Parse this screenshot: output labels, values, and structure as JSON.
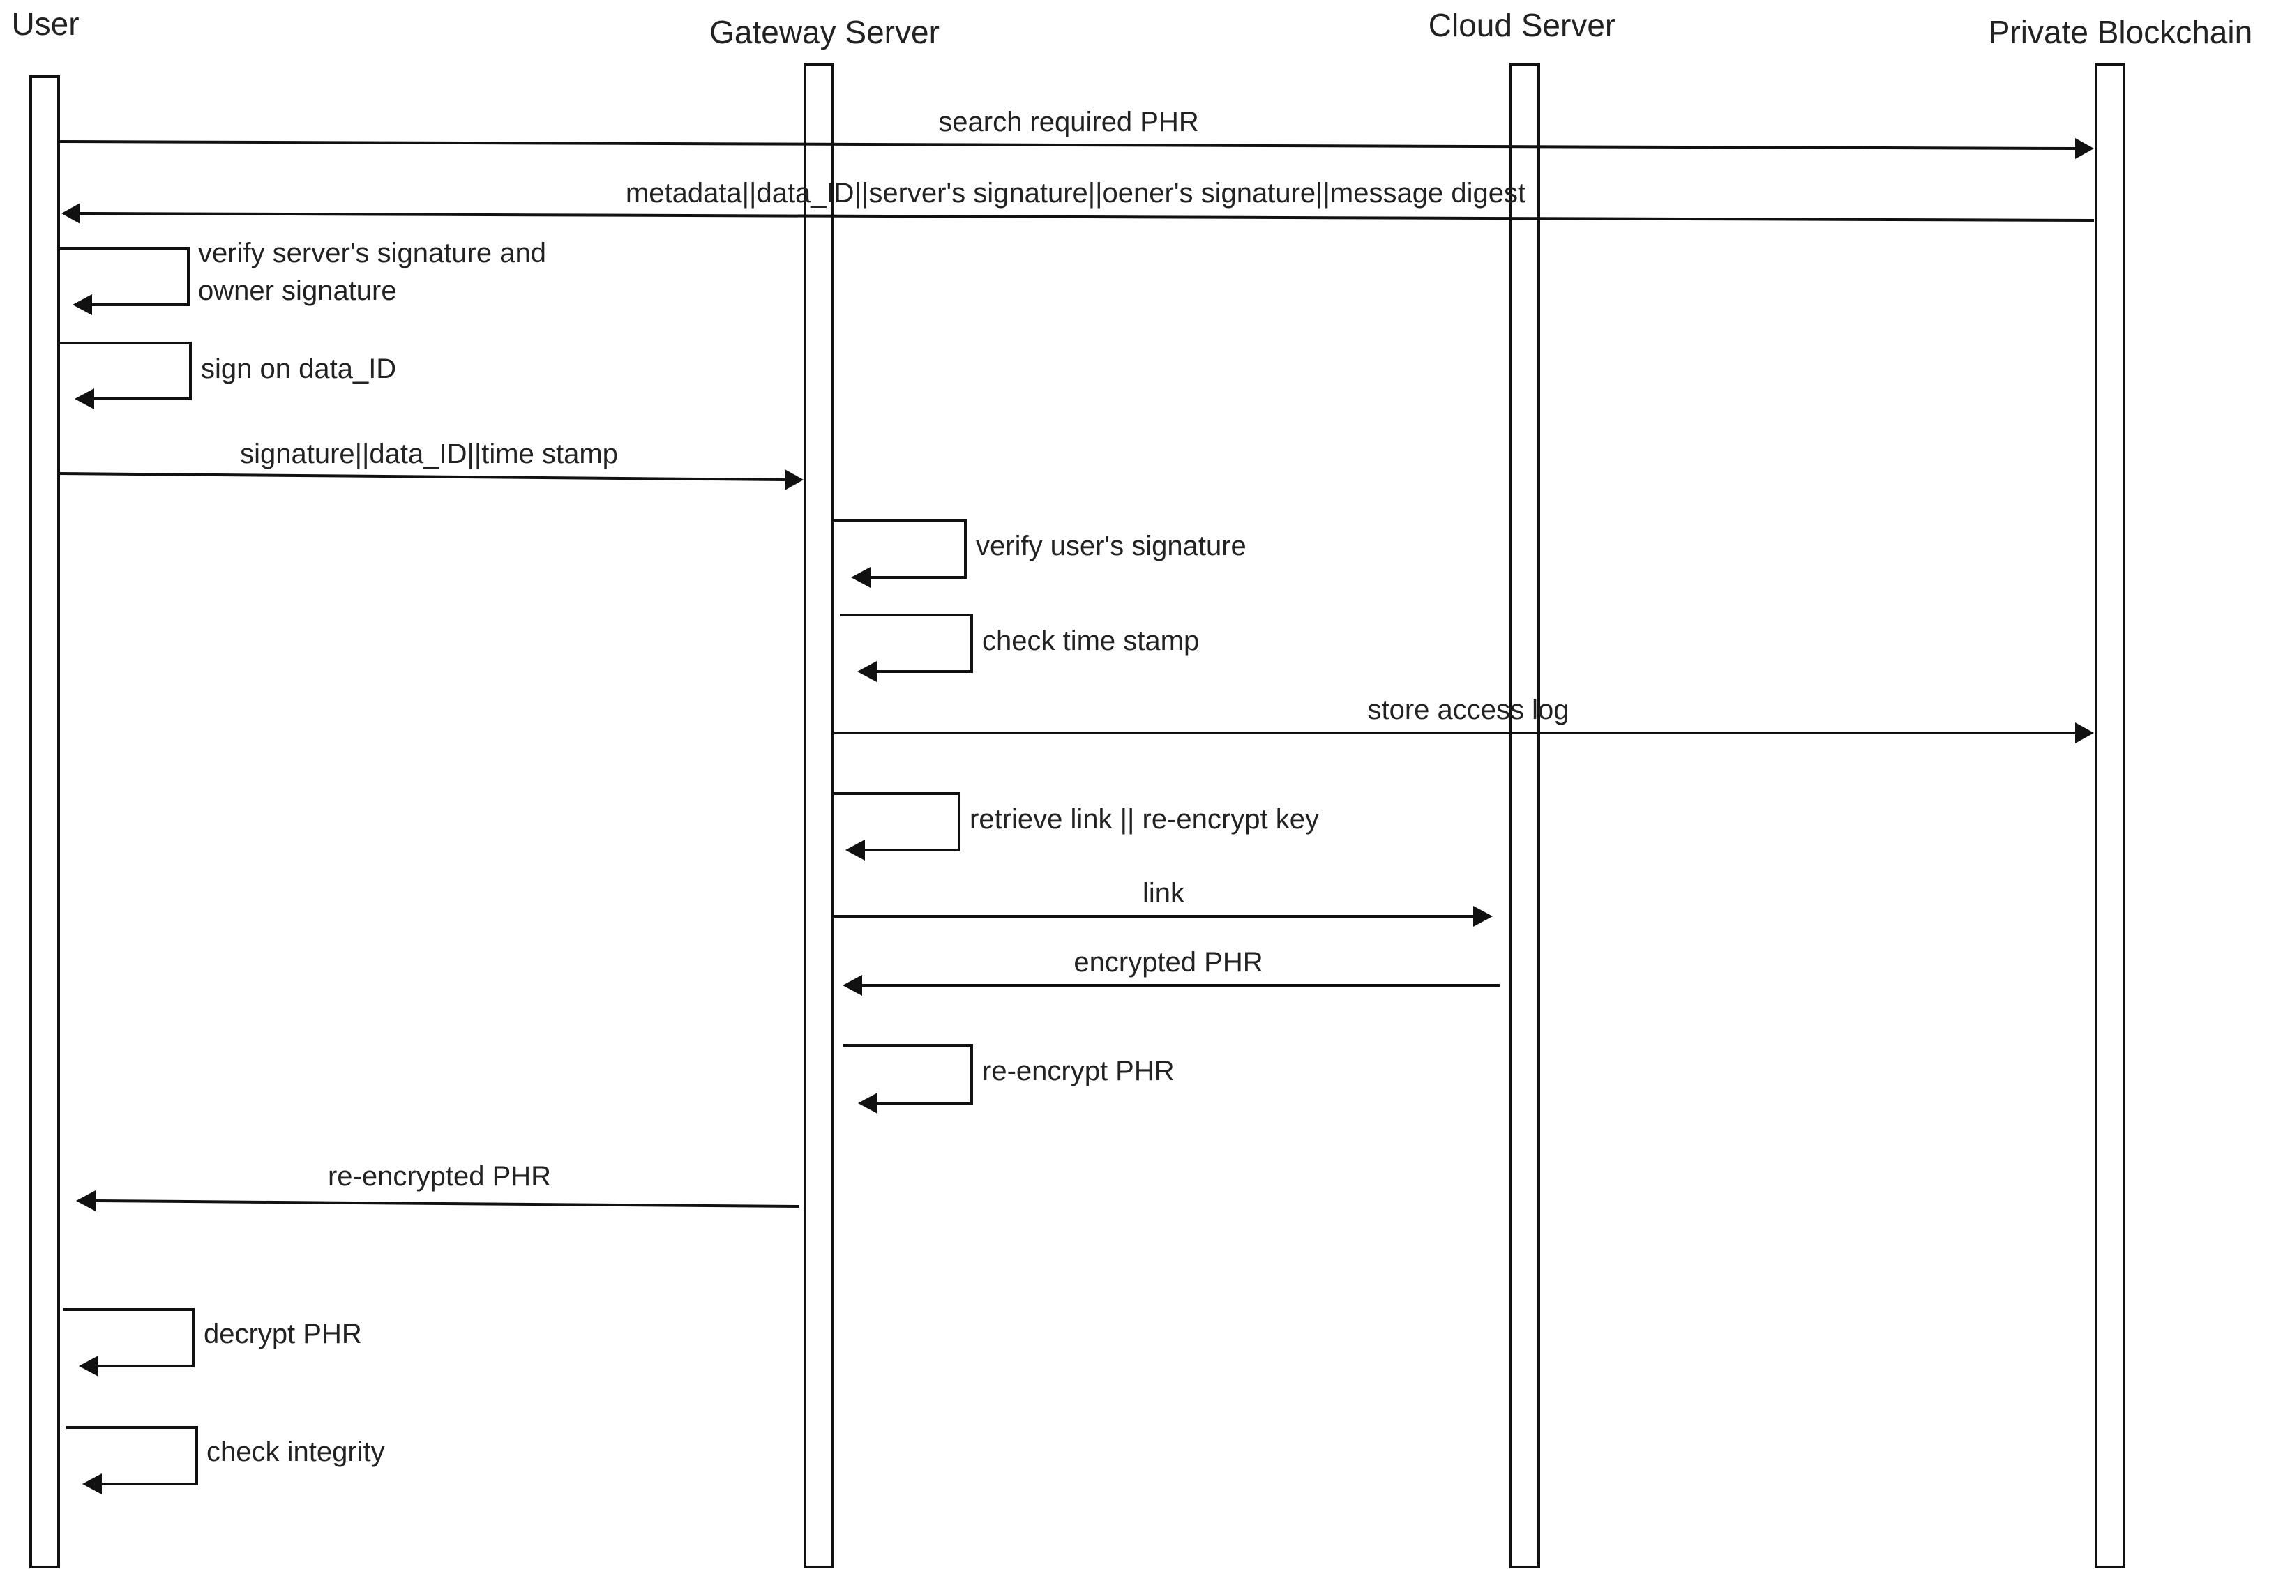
{
  "participants": [
    {
      "id": "user",
      "label": "User"
    },
    {
      "id": "gateway",
      "label": "Gateway Server"
    },
    {
      "id": "cloud",
      "label": "Cloud Server"
    },
    {
      "id": "blockchain",
      "label": "Private Blockchain"
    }
  ],
  "messages": [
    {
      "id": "search-required-phr",
      "from": "user",
      "to": "blockchain",
      "lines": [
        "search required PHR"
      ]
    },
    {
      "id": "metadata-response",
      "from": "blockchain",
      "to": "user",
      "lines": [
        "metadata||data_ID||server's signature||oener's signature||message digest"
      ]
    },
    {
      "id": "verify-signatures",
      "from": "user",
      "to": "user",
      "lines": [
        "verify server's signature and",
        "owner signature"
      ]
    },
    {
      "id": "sign-data-id",
      "from": "user",
      "to": "user",
      "lines": [
        "sign on data_ID"
      ]
    },
    {
      "id": "signature-timestamp",
      "from": "user",
      "to": "gateway",
      "lines": [
        "signature||data_ID||time stamp"
      ]
    },
    {
      "id": "verify-user-signature",
      "from": "gateway",
      "to": "gateway",
      "lines": [
        "verify user's signature"
      ]
    },
    {
      "id": "check-time-stamp",
      "from": "gateway",
      "to": "gateway",
      "lines": [
        "check time stamp"
      ]
    },
    {
      "id": "store-access-log",
      "from": "gateway",
      "to": "blockchain",
      "lines": [
        "store access log"
      ]
    },
    {
      "id": "retrieve-link",
      "from": "gateway",
      "to": "gateway",
      "lines": [
        "retrieve link || re-encrypt key"
      ]
    },
    {
      "id": "link",
      "from": "gateway",
      "to": "cloud",
      "lines": [
        "link"
      ]
    },
    {
      "id": "encrypted-phr",
      "from": "cloud",
      "to": "gateway",
      "lines": [
        "encrypted PHR"
      ]
    },
    {
      "id": "re-encrypt-phr",
      "from": "gateway",
      "to": "gateway",
      "lines": [
        "re-encrypt PHR"
      ]
    },
    {
      "id": "re-encrypted-phr",
      "from": "gateway",
      "to": "user",
      "lines": [
        "re-encrypted PHR"
      ]
    },
    {
      "id": "decrypt-phr",
      "from": "user",
      "to": "user",
      "lines": [
        "decrypt PHR"
      ]
    },
    {
      "id": "check-integrity",
      "from": "user",
      "to": "user",
      "lines": [
        "check integrity"
      ]
    }
  ]
}
